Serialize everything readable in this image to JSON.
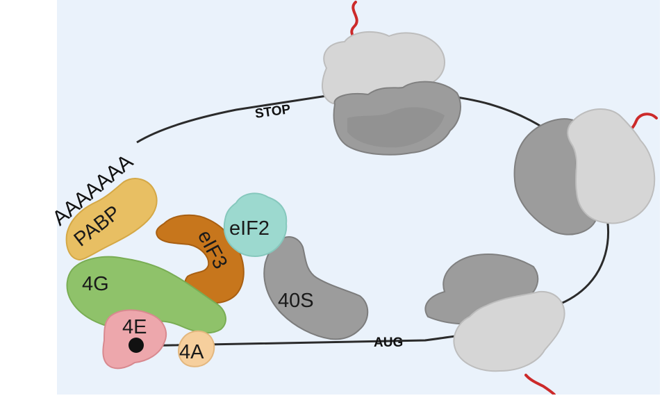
{
  "labels": {
    "stop": "STOP",
    "aug": "AUG",
    "poly_a": "AAAAAAA",
    "pabp": "PABP",
    "eif4g": "4G",
    "eif4e": "4E",
    "eif4a": "4A",
    "eif3": "eIF3",
    "eif2": "eIF2",
    "ribosome_40s": "40S"
  },
  "colors": {
    "panel_bg": "#eaf2fb",
    "mrna": "#2b2b2b",
    "nascent_chain": "#cc2a2a",
    "large_subunit": "#d6d6d6",
    "small_subunit": "#9c9c9c",
    "pabp": "#e8bf63",
    "eif4g": "#8fc26a",
    "eif4e": "#eda7ac",
    "eif4a": "#f6cf9d",
    "eif3": "#c7761c",
    "eif2": "#9cd9cf",
    "cap": "#111111"
  }
}
